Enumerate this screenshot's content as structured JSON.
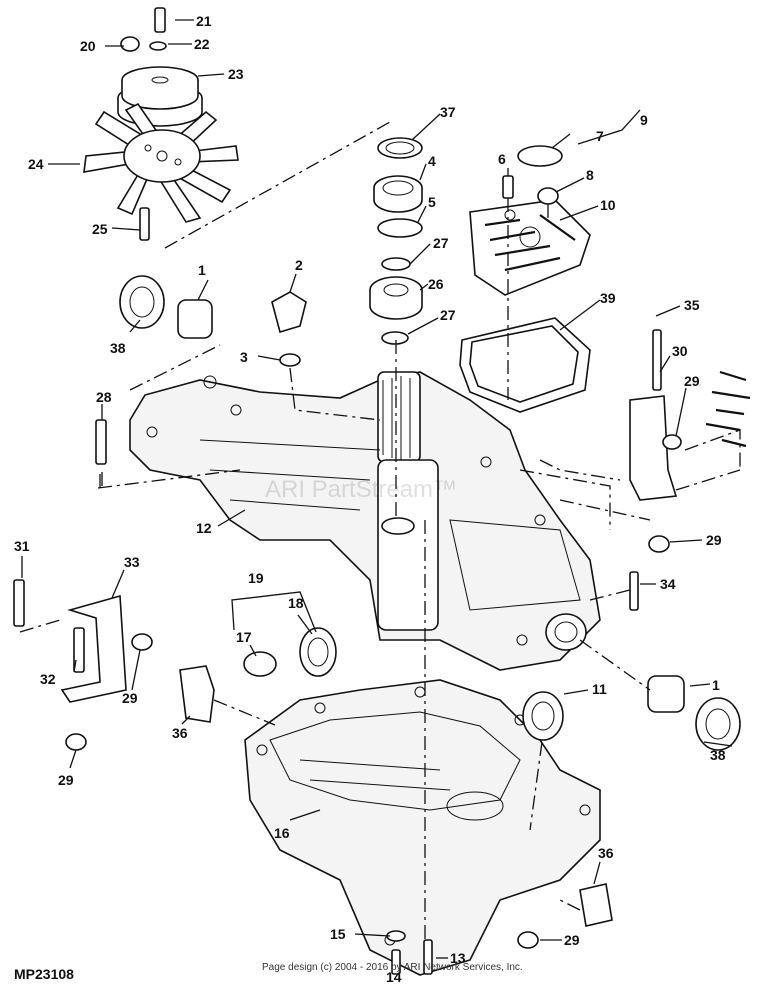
{
  "diagram": {
    "drawing_code": "MP23108",
    "copyright": "Page design (c) 2004 - 2016 by ARI Network Services, Inc.",
    "watermark": "ARI PartStream™",
    "callouts": {
      "c1a": "1",
      "c1b": "1",
      "c2": "2",
      "c3": "3",
      "c4": "4",
      "c5": "5",
      "c6": "6",
      "c7": "7",
      "c8": "8",
      "c9": "9",
      "c10": "10",
      "c11": "11",
      "c12": "12",
      "c13": "13",
      "c14": "14",
      "c15": "15",
      "c16": "16",
      "c17": "17",
      "c18": "18",
      "c19": "19",
      "c20": "20",
      "c21": "21",
      "c22": "22",
      "c23": "23",
      "c24": "24",
      "c25": "25",
      "c26": "26",
      "c27a": "27",
      "c27b": "27",
      "c28": "28",
      "c29a": "29",
      "c29b": "29",
      "c29c": "29",
      "c29d": "29",
      "c29e": "29",
      "c30": "30",
      "c31": "31",
      "c32": "32",
      "c33": "33",
      "c34": "34",
      "c35": "35",
      "c36a": "36",
      "c36b": "36",
      "c37": "37",
      "c38a": "38",
      "c38b": "38",
      "c39": "39"
    }
  }
}
